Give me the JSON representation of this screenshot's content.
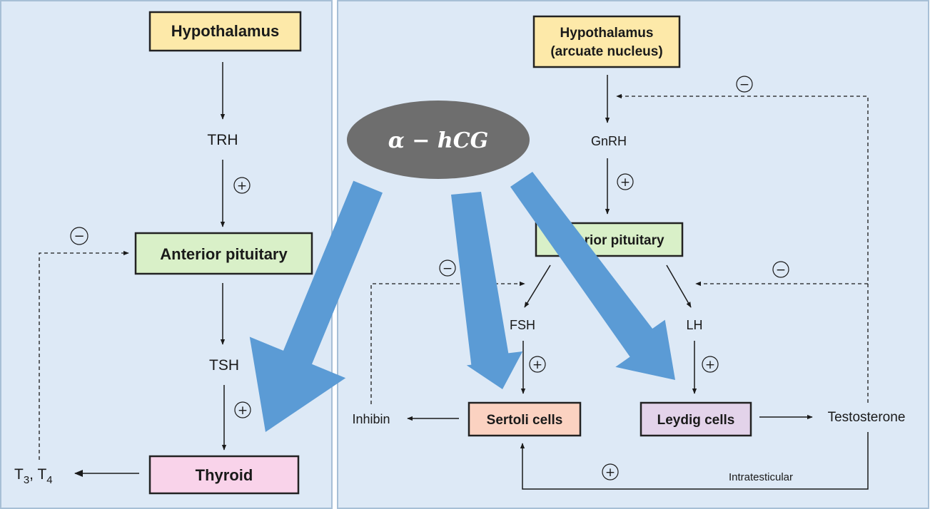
{
  "left_panel": {
    "hypothalamus": "Hypothalamus",
    "trh": "TRH",
    "anterior_pituitary": "Anterior pituitary",
    "tsh": "TSH",
    "thyroid": "Thyroid",
    "t3t4": {
      "t": "T",
      "sub3": "3",
      "sep": ", T",
      "sub4": "4"
    }
  },
  "right_panel": {
    "hypothalamus_line1": "Hypothalamus",
    "hypothalamus_line2": "(arcuate nucleus)",
    "gnrh": "GnRH",
    "anterior_pituitary": "Anterior pituitary",
    "fsh": "FSH",
    "lh": "LH",
    "sertoli": "Sertoli cells",
    "leydig": "Leydig cells",
    "inhibin": "Inhibin",
    "testosterone": "Testosterone",
    "intratesticular": "Intratesticular"
  },
  "hcg_label": "α − hCG",
  "signs": {
    "plus": "+",
    "minus": "−"
  },
  "colors": {
    "panel_bg": "#dde9f6",
    "hypothalamus_box": "#fde9a9",
    "pituitary_box": "#d9f0c8",
    "thyroid_box": "#f9d3ea",
    "sertoli_box": "#fbd2c1",
    "leydig_box": "#e3d3ea",
    "hcg_ellipse": "#6e6e6e",
    "big_arrow": "#5b9bd5"
  }
}
